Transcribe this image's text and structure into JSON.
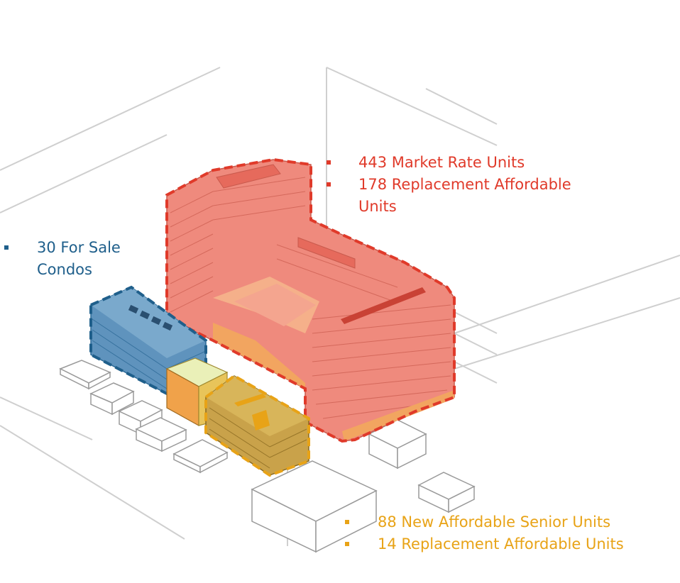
{
  "colors": {
    "market_rate": "#e03a2a",
    "market_fill": "#ef8a7d",
    "condos": "#1f5f8b",
    "condos_fill": "#5f93bd",
    "senior": "#e8a317",
    "senior_fill": "#c9a24a",
    "context_line": "#bdbdbd"
  },
  "labels": {
    "market": {
      "line1": "443 Market Rate Units",
      "line2": "178 Replacement Affordable",
      "line3": "Units"
    },
    "condos": {
      "line1": "30 For Sale",
      "line2": "Condos"
    },
    "senior": {
      "line1": "88 New Affordable Senior Units",
      "line2": "14 Replacement Affordable Units"
    }
  }
}
